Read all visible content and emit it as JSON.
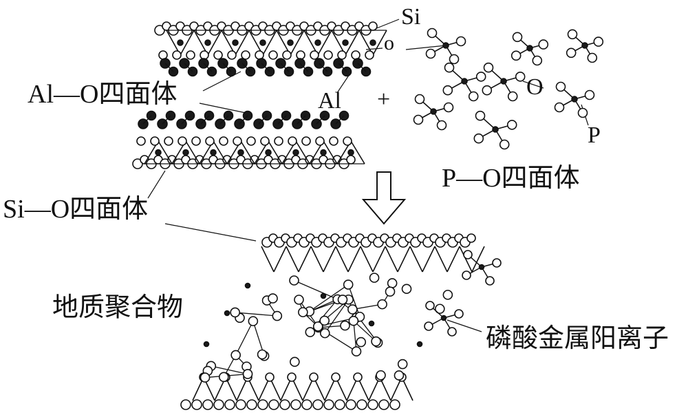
{
  "labels": {
    "al_o_tetrahedron": "Al—O四面体",
    "si_o_tetrahedron": "Si—O四面体",
    "p_o_tetrahedron": "P—O四面体",
    "geopolymer": "地质聚合物",
    "phosphate_metal_cation": "磷酸金属阳离子",
    "si": "Si",
    "o_small": "o",
    "al": "Al",
    "plus": "+",
    "o": "O",
    "p": "P"
  },
  "structure": {
    "reactant": "clay layer sandwich (Si–O and Al–O tetrahedral sheets)",
    "reagent": "free P–O tetrahedra",
    "product": "geopolymer network with phosphate metal cations"
  },
  "colors": {
    "ink": "#111111",
    "atom_fill": "#ffffff",
    "dark_atom": "#1a1a1a"
  }
}
